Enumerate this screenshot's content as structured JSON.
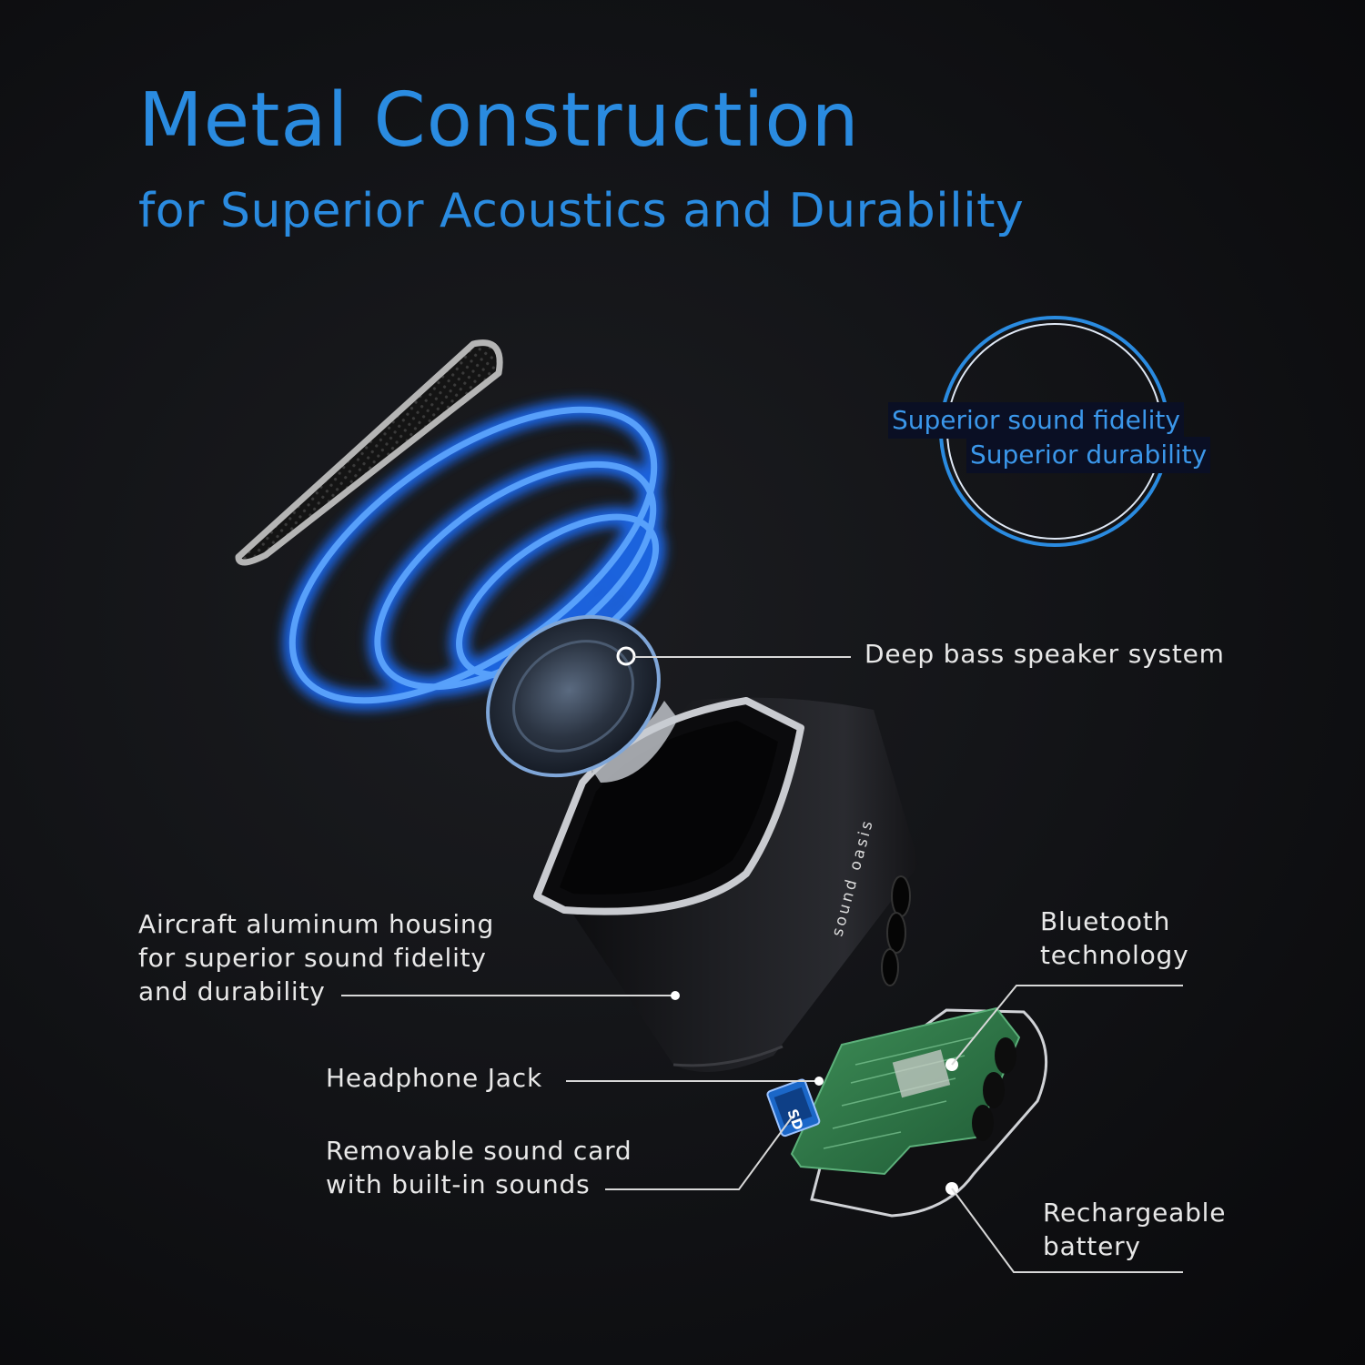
{
  "colors": {
    "accent": "#2a8be0",
    "accent_glow": "#1f6fff",
    "text": "#e8e8e8",
    "background": "#111215"
  },
  "header": {
    "title": "Metal Construction",
    "subtitle": "for Superior Acoustics and Durability"
  },
  "badge": {
    "line1": "Superior sound fidelity",
    "line2": "Superior durability"
  },
  "brand": {
    "logo_text": "sound oasis"
  },
  "callouts": {
    "speaker": {
      "text": "Deep bass speaker system"
    },
    "housing": {
      "line1": "Aircraft aluminum housing",
      "line2": "for superior sound fidelity",
      "line3": "and durability"
    },
    "bluetooth": {
      "line1": "Bluetooth",
      "line2": "technology"
    },
    "headphone": {
      "text": "Headphone Jack"
    },
    "sound_card": {
      "line1": "Removable sound card",
      "line2": "with built-in sounds"
    },
    "battery": {
      "line1": "Rechargeable",
      "line2": "battery"
    },
    "sd_card_label": "SD"
  }
}
